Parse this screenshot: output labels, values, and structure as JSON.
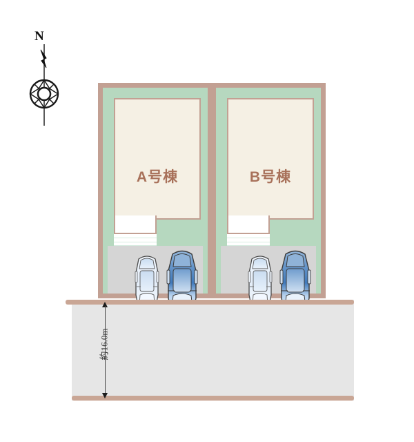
{
  "compass": {
    "label": "N",
    "icon": "compass-rose-icon"
  },
  "site": {
    "blocks": [
      {
        "id": "a",
        "label": "A号棟",
        "parking_spaces": 2,
        "cars": [
          {
            "position": "left",
            "color_name": "light-silver",
            "color": "#dfe9f5"
          },
          {
            "position": "right",
            "color_name": "blue",
            "color": "#5b8fc9"
          }
        ]
      },
      {
        "id": "b",
        "label": "B号棟",
        "parking_spaces": 2,
        "cars": [
          {
            "position": "left",
            "color_name": "light-silver",
            "color": "#dfe9f5"
          },
          {
            "position": "right",
            "color_name": "blue",
            "color": "#5b8fc9"
          }
        ]
      }
    ]
  },
  "road": {
    "dimension_label": "約16.0m"
  },
  "colors": {
    "boundary": "#c2a093",
    "yard_green": "#b6d8bf",
    "building_fill": "#f5f0e4",
    "label_brown": "#a8715a",
    "parking_grey": "#d5d5d5",
    "road_grey": "#e6e6e6",
    "road_edge": "#c9a695"
  }
}
